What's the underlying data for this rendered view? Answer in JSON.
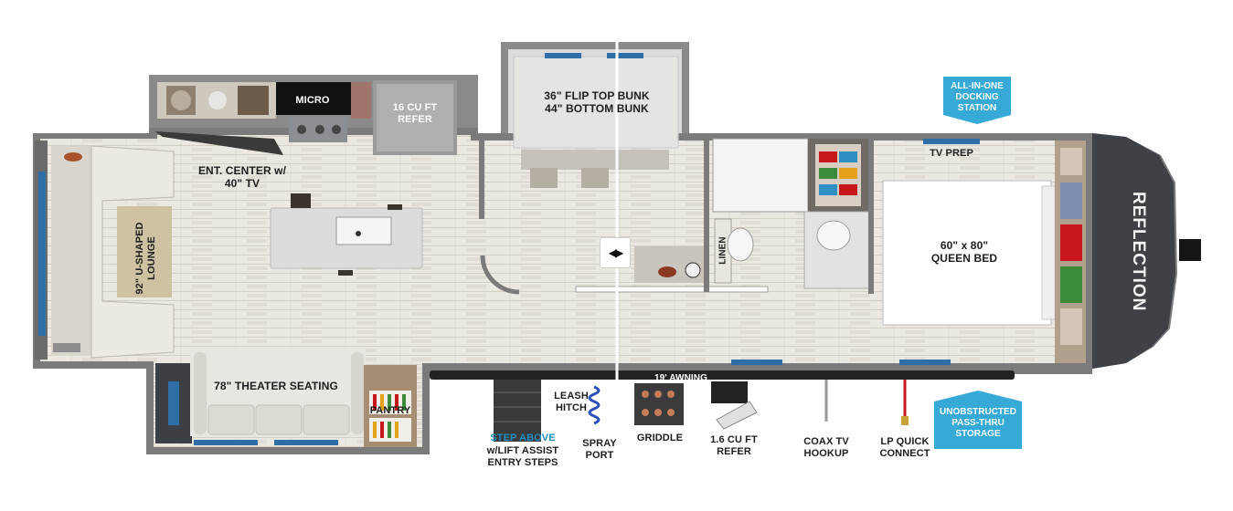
{
  "brand": {
    "logo_text": "REFLECTION"
  },
  "labels": {
    "micro": "MICRO",
    "refer16": "16 CU FT\nREFER",
    "ent_center": "ENT. CENTER w/\n40\" TV",
    "bunk": "36\" FLIP TOP BUNK\n44\" BOTTOM BUNK",
    "lounge": "92\" U-SHAPED\nLOUNGE",
    "theater": "78\" THEATER SEATING",
    "pantry": "PANTRY",
    "linen": "LINEN",
    "tv_prep": "TV PREP",
    "queen": "60\" x 80\"\nQUEEN BED",
    "awning": "19' AWNING",
    "step_above": "STEP ABOVE",
    "step_lift": "w/LIFT ASSIST\nENTRY STEPS",
    "leash": "LEASH\nHITCH",
    "spray": "SPRAY\nPORT",
    "griddle": "GRIDDLE",
    "refer16_outside": "1.6 CU FT\nREFER",
    "coax": "COAX TV\nHOOKUP",
    "lp": "LP QUICK\nCONNECT"
  },
  "callouts": {
    "docking": "ALL-IN-ONE\nDOCKING\nSTATION",
    "storage": "UNOBSTRUCTED\nPASS-THRU\nSTORAGE"
  },
  "colors": {
    "wall": "#7b7b7b",
    "floor": "#e9e6df",
    "callout": "#36a9d7",
    "window": "#2f6fa8",
    "lp_line": "#c8161d"
  },
  "icons": {
    "compare_slider": "left-right-arrows-icon"
  }
}
